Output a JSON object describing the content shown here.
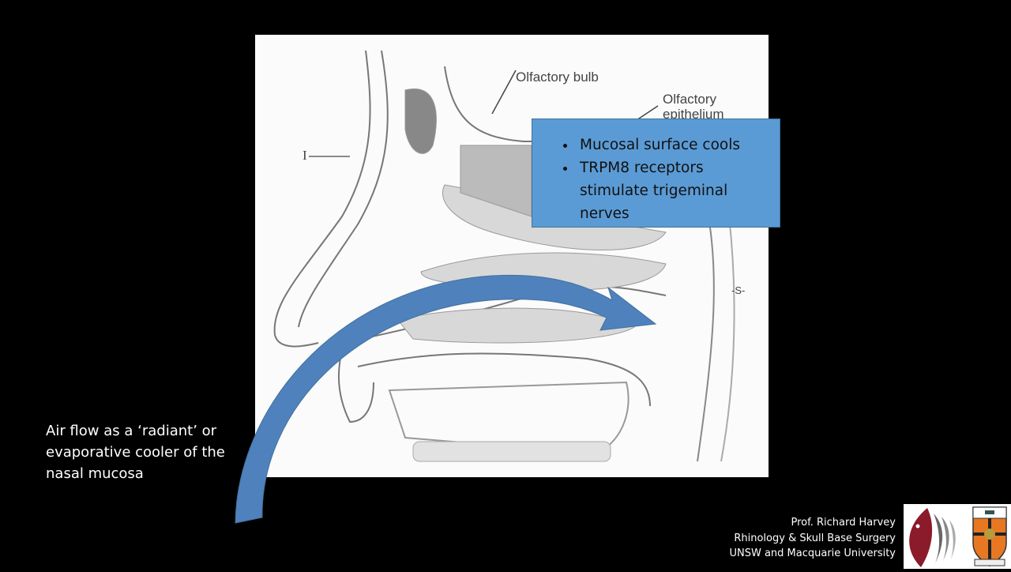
{
  "figure": {
    "labels": {
      "olfactory_bulb": "Olfactory bulb",
      "olfactory_epithelium_1": "Olfactory",
      "olfactory_epithelium_2": "epithelium",
      "marker_left": "I",
      "marker_right": "-S-"
    }
  },
  "callout": {
    "bullets": [
      "Mucosal surface cools",
      "TRPM8 receptors stimulate trigeminal nerves"
    ]
  },
  "caption": "Air flow as a ‘radiant’ or evaporative cooler of the nasal mucosa",
  "credits": {
    "name": "Prof. Richard Harvey",
    "specialty": "Rhinology & Skull Base Surgery",
    "institution": "UNSW and Macquarie University"
  },
  "colors": {
    "callout": "#5b9bd5",
    "arrow": "#4f81bd",
    "background": "#000000"
  }
}
